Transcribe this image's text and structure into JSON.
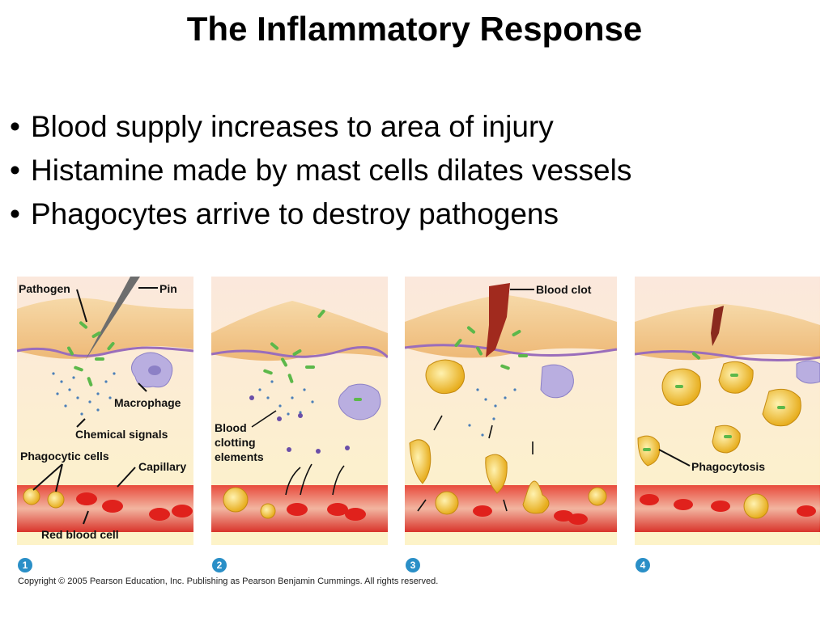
{
  "title": "The Inflammatory Response",
  "bullets": [
    "Blood supply increases to area of injury",
    "Histamine made by mast cells dilates vessels",
    "Phagocytes arrive to destroy pathogens"
  ],
  "figure": {
    "panel1": {
      "number": "1",
      "labels": {
        "pathogen": "Pathogen",
        "pin": "Pin",
        "macrophage": "Macrophage",
        "chemical_signals": "Chemical signals",
        "phagocytic_cells": "Phagocytic cells",
        "capillary": "Capillary",
        "red_blood_cell": "Red blood cell"
      }
    },
    "panel2": {
      "number": "2",
      "labels": {
        "blood": "Blood",
        "clotting": "clotting",
        "elements": "elements"
      }
    },
    "panel3": {
      "number": "3",
      "labels": {
        "blood_clot": "Blood clot"
      }
    },
    "panel4": {
      "number": "4",
      "labels": {
        "phagocytosis": "Phagocytosis"
      }
    },
    "copyright": "Copyright © 2005 Pearson Education, Inc. Publishing as Pearson Benjamin Cummings. All rights reserved."
  },
  "colors": {
    "skin": "#f3c98b",
    "tissue": "#fbe3d3",
    "vessel": "#d9342b",
    "rbc": "#e0211c",
    "phagocyte": "#f2c03a",
    "macrophage": "#b9aee0",
    "bacteria": "#5cb84a",
    "signal": "#4b7fb8",
    "step_number": "#2a8fc7"
  }
}
